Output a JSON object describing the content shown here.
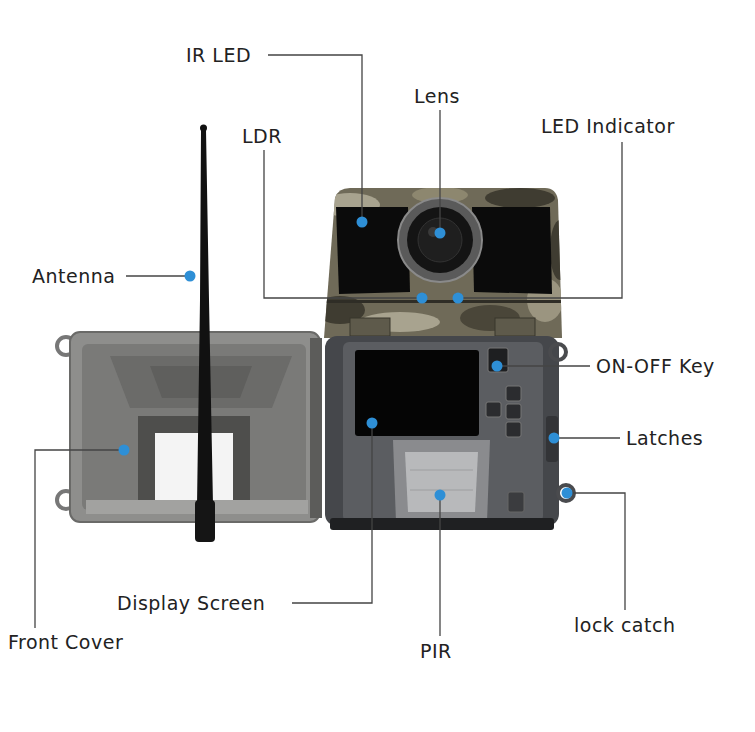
{
  "diagram": {
    "labels": [
      "IR LED",
      "Lens",
      "LDR",
      "LED Indicator",
      "Antenna",
      "ON-OFF Key",
      "Latches",
      "Display Screen",
      "Front Cover",
      "PIR",
      "lock catch"
    ]
  }
}
